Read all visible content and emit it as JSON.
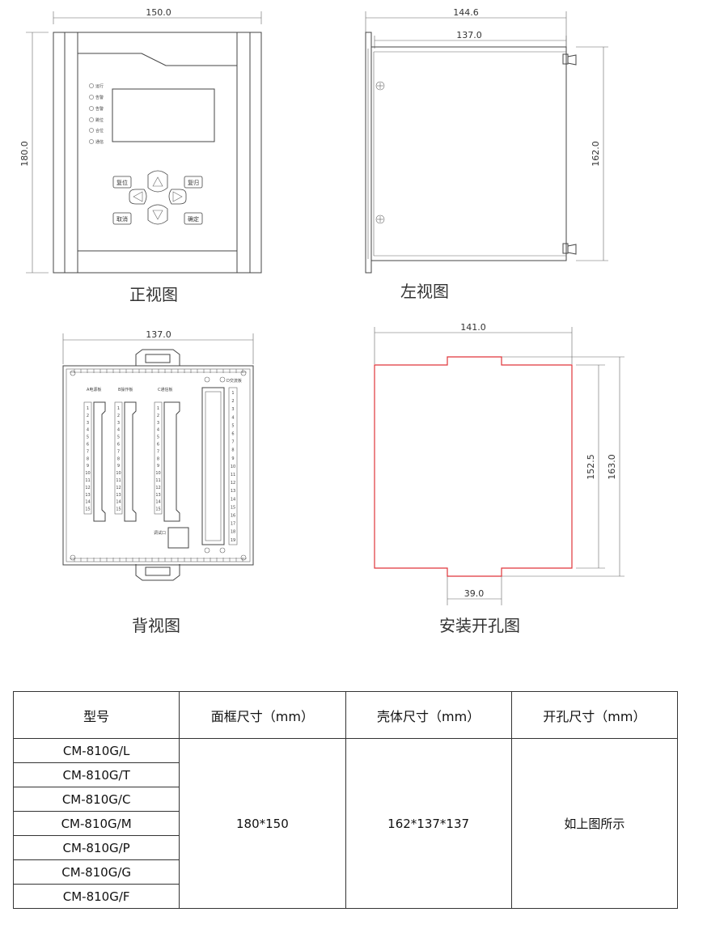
{
  "front_view": {
    "caption": "正视图",
    "dim_width": "150.0",
    "dim_height": "180.0",
    "leds": [
      "运行",
      "告警",
      "告警",
      "跳位",
      "合位",
      "通信"
    ],
    "keys": {
      "reset": "复位",
      "return": "复归",
      "cancel": "取消",
      "confirm": "确定"
    }
  },
  "left_view": {
    "caption": "左视图",
    "dim_total": "144.6",
    "dim_body": "137.0",
    "dim_height": "162.0"
  },
  "back_view": {
    "caption": "背视图",
    "dim_width": "137.0",
    "boards": {
      "a": "A电源板",
      "b": "B操作板",
      "c": "C通信板",
      "d": "D交流板"
    },
    "debug_port": "调试口",
    "terminals_15": [
      "1",
      "2",
      "3",
      "4",
      "5",
      "6",
      "7",
      "8",
      "9",
      "10",
      "11",
      "12",
      "13",
      "14",
      "15"
    ],
    "terminals_19": [
      "1",
      "2",
      "3",
      "4",
      "5",
      "6",
      "7",
      "8",
      "9",
      "10",
      "11",
      "12",
      "13",
      "14",
      "15",
      "16",
      "17",
      "18",
      "19"
    ]
  },
  "cutout_view": {
    "caption": "安装开孔图",
    "dim_width": "141.0",
    "dim_inner_height": "152.5",
    "dim_outer_height": "163.0",
    "dim_notch": "39.0",
    "cut_color": "#e0353a"
  },
  "spec_table": {
    "headers": [
      "型号",
      "面框尺寸（mm）",
      "壳体尺寸（mm）",
      "开孔尺寸（mm）"
    ],
    "models": [
      "CM-810G/L",
      "CM-810G/T",
      "CM-810G/C",
      "CM-810G/M",
      "CM-810G/P",
      "CM-810G/G",
      "CM-810G/F"
    ],
    "frame_size": "180*150",
    "shell_size": "162*137*137",
    "cutout_size": "如上图所示"
  }
}
